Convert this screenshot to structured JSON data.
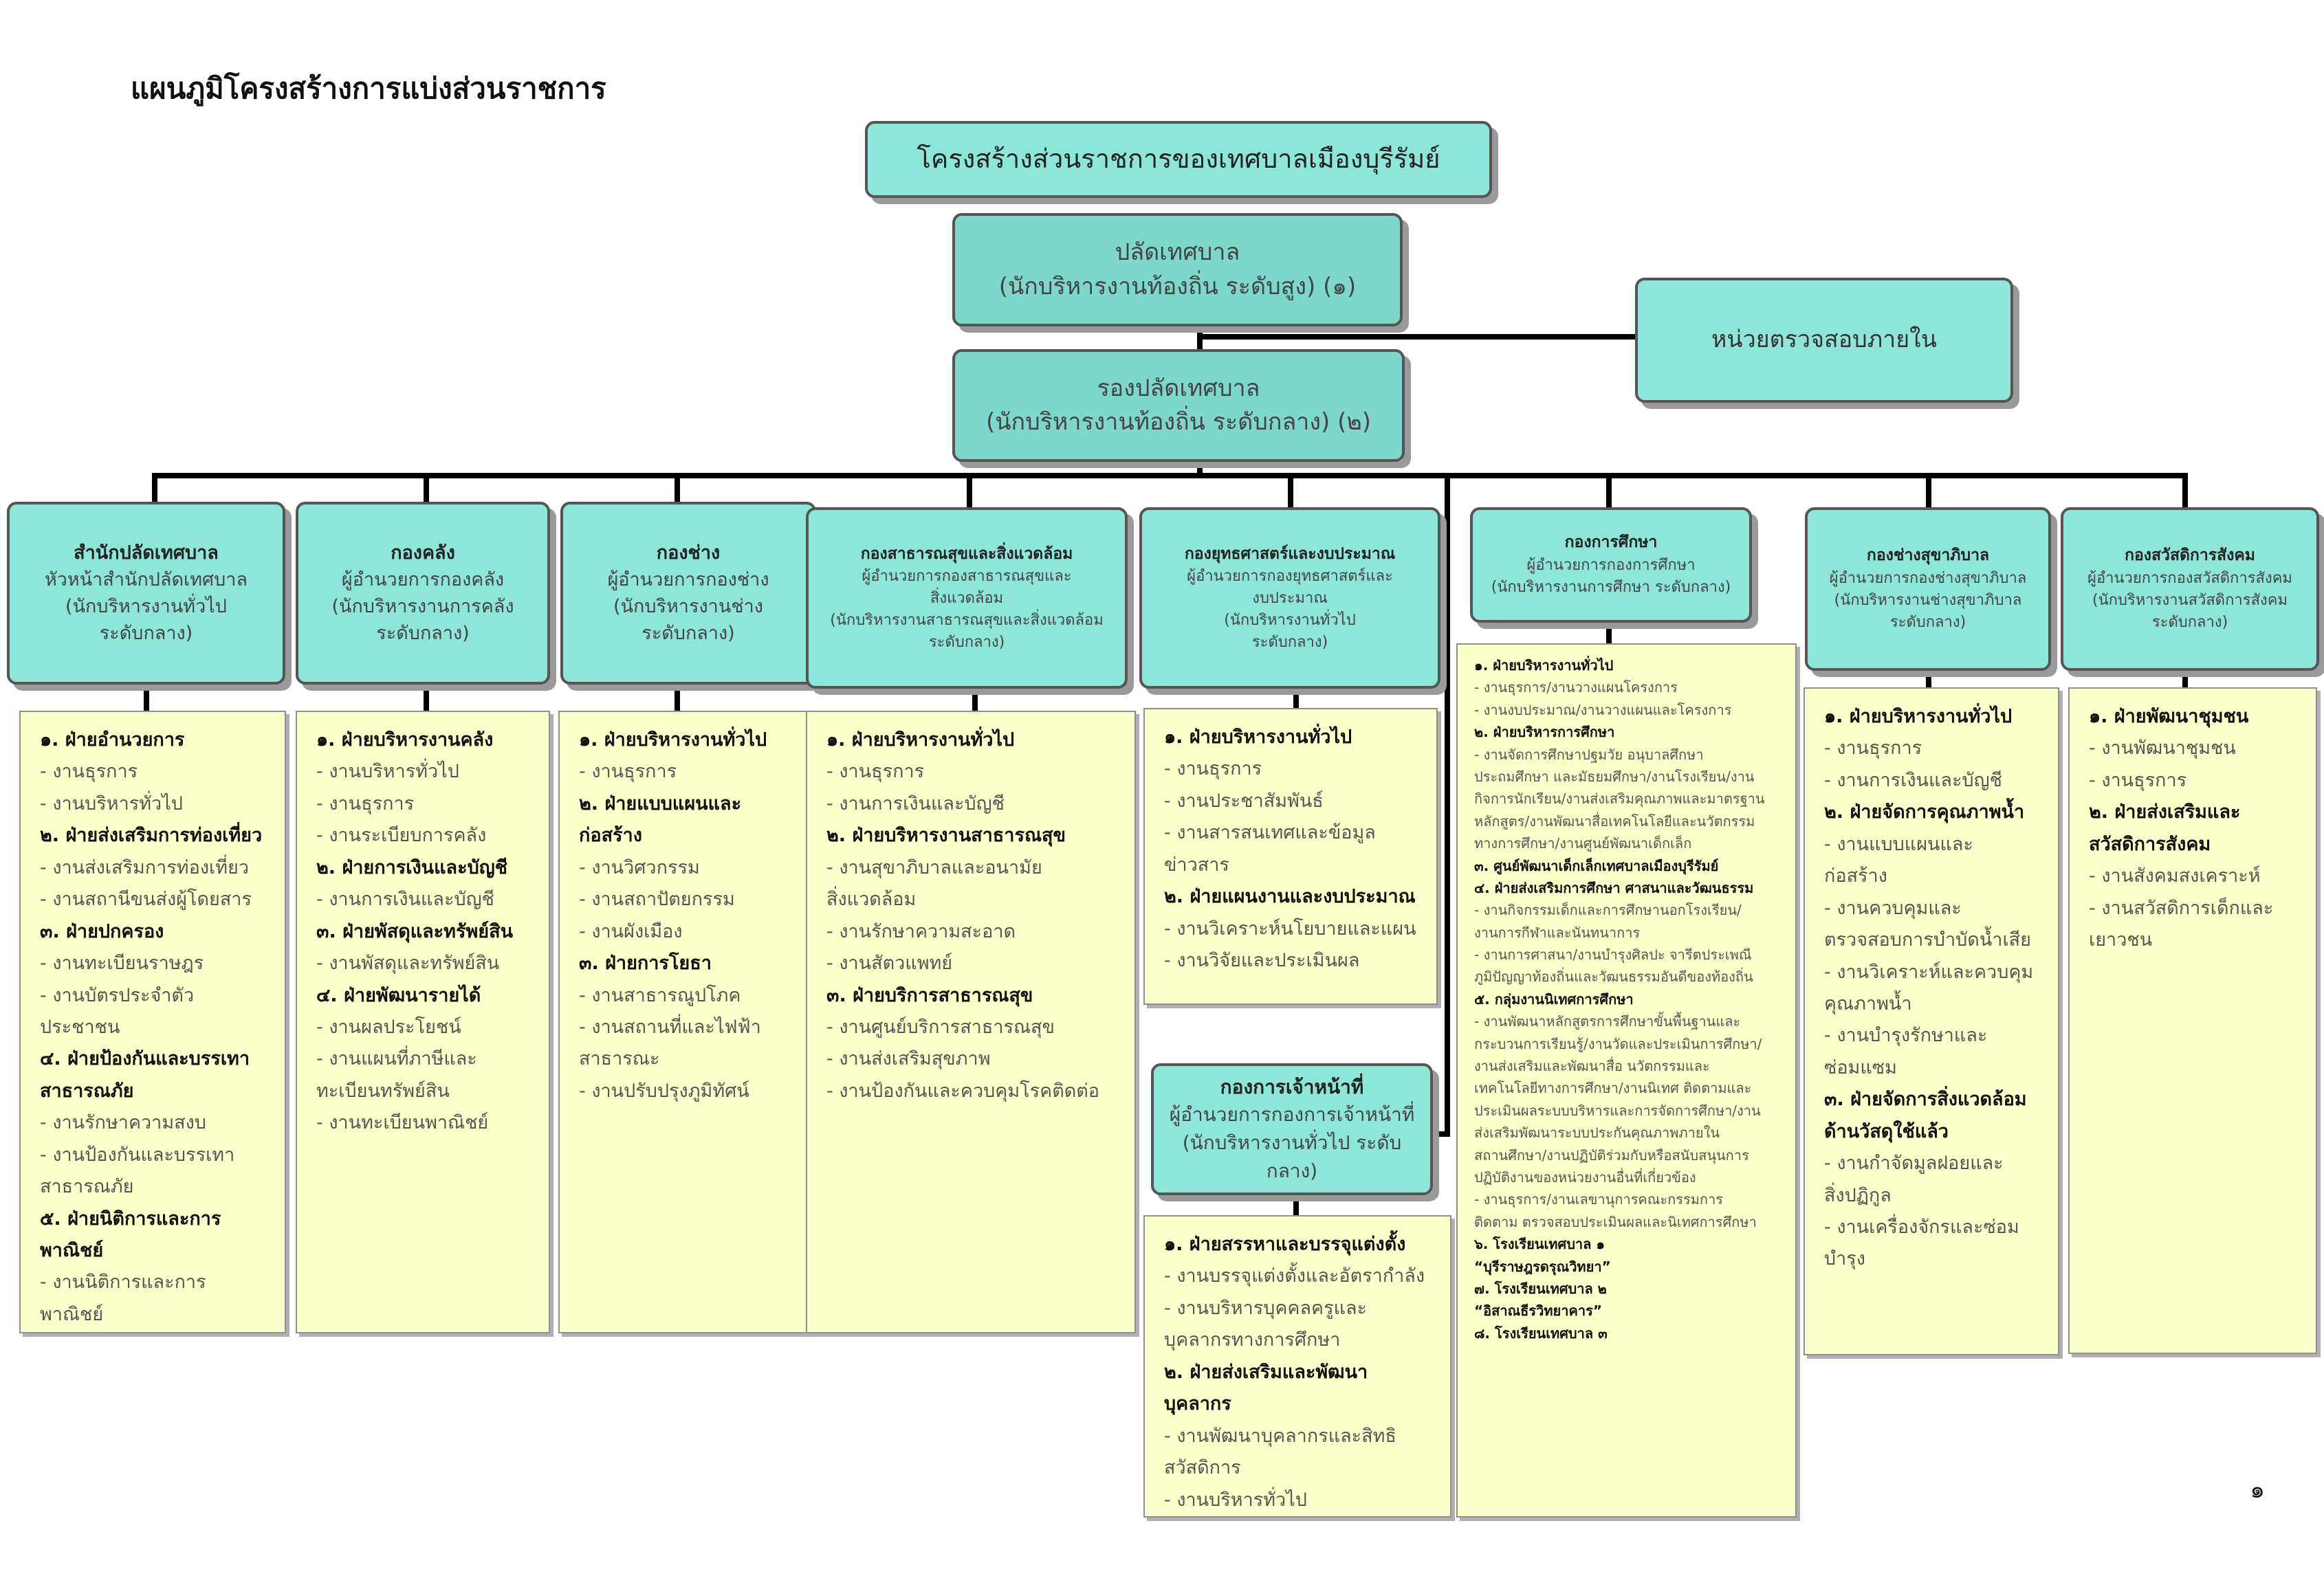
{
  "page_title": "แผนภูมิโครงสร้างการแบ่งส่วนราชการ",
  "page_number": "๑",
  "top_title": "โครงสร้างส่วนราชการของเทศบาลเมืองบุรีรัมย์",
  "clerk": {
    "l1": "ปลัดเทศบาล",
    "l2": "(นักบริหารงานท้องถิ่น ระดับสูง)  (๑)"
  },
  "deputy": {
    "l1": "รองปลัดเทศบาล",
    "l2": "(นักบริหารงานท้องถิ่น ระดับกลาง)  (๒)"
  },
  "audit": {
    "label": "หน่วยตรวจสอบภายใน"
  },
  "colors": {
    "node_fill": "#8de6d8",
    "detail_fill": "#fbffc9",
    "line": "#000000"
  },
  "departments": [
    {
      "title": "สำนักปลัดเทศบาล",
      "lines": [
        "หัวหน้าสำนักปลัดเทศบาล",
        "(นักบริหารงานทั่วไป",
        "ระดับกลาง)"
      ],
      "items": [
        {
          "t": "h",
          "v": "๑. ฝ่ายอำนวยการ"
        },
        {
          "t": "s",
          "v": "งานธุรการ"
        },
        {
          "t": "s",
          "v": "งานบริหารทั่วไป"
        },
        {
          "t": "h",
          "v": "๒. ฝ่ายส่งเสริมการท่องเที่ยว"
        },
        {
          "t": "s",
          "v": "งานส่งเสริมการท่องเที่ยว"
        },
        {
          "t": "s",
          "v": "งานสถานีขนส่งผู้โดยสาร"
        },
        {
          "t": "h",
          "v": "๓. ฝ่ายปกครอง"
        },
        {
          "t": "s",
          "v": "งานทะเบียนราษฎร"
        },
        {
          "t": "s",
          "v": "งานบัตรประจำตัวประชาชน"
        },
        {
          "t": "h",
          "v": "๔. ฝ่ายป้องกันและบรรเทา"
        },
        {
          "t": "h",
          "v": "สาธารณภัย"
        },
        {
          "t": "s",
          "v": "งานรักษาความสงบ"
        },
        {
          "t": "s",
          "v": "งานป้องกันและบรรเทา"
        },
        {
          "t": "p",
          "v": "สาธารณภัย"
        },
        {
          "t": "h",
          "v": "๕. ฝ่ายนิติการและการ"
        },
        {
          "t": "h",
          "v": "พาณิชย์"
        },
        {
          "t": "s",
          "v": "งานนิติการและการ"
        },
        {
          "t": "p",
          "v": "พาณิชย์"
        }
      ]
    },
    {
      "title": "กองคลัง",
      "lines": [
        "ผู้อำนวยการกองคลัง",
        "(นักบริหารงานการคลัง",
        "ระดับกลาง)"
      ],
      "items": [
        {
          "t": "h",
          "v": "๑. ฝ่ายบริหารงานคลัง"
        },
        {
          "t": "s",
          "v": "งานบริหารทั่วไป"
        },
        {
          "t": "s",
          "v": "งานธุรการ"
        },
        {
          "t": "s",
          "v": "งานระเบียบการคลัง"
        },
        {
          "t": "h",
          "v": "๒. ฝ่ายการเงินและบัญชี"
        },
        {
          "t": "s",
          "v": "งานการเงินและบัญชี"
        },
        {
          "t": "h",
          "v": "๓. ฝ่ายพัสดุและทรัพย์สิน"
        },
        {
          "t": "s",
          "v": "งานพัสดุและทรัพย์สิน"
        },
        {
          "t": "h",
          "v": "๔. ฝ่ายพัฒนารายได้"
        },
        {
          "t": "s",
          "v": "งานผลประโยชน์"
        },
        {
          "t": "s",
          "v": "งานแผนที่ภาษีและ"
        },
        {
          "t": "p",
          "v": "ทะเบียนทรัพย์สิน"
        },
        {
          "t": "s",
          "v": "งานทะเบียนพาณิชย์"
        }
      ]
    },
    {
      "title": "กองช่าง",
      "lines": [
        "ผู้อำนวยการกองช่าง",
        "(นักบริหารงานช่าง",
        "ระดับกลาง)"
      ],
      "items": [
        {
          "t": "h",
          "v": "๑. ฝ่ายบริหารงานทั่วไป"
        },
        {
          "t": "s",
          "v": "งานธุรการ"
        },
        {
          "t": "h",
          "v": "๒. ฝ่ายแบบแผนและ"
        },
        {
          "t": "h",
          "v": "ก่อสร้าง"
        },
        {
          "t": "s",
          "v": "งานวิศวกรรม"
        },
        {
          "t": "s",
          "v": "งานสถาปัตยกรรม"
        },
        {
          "t": "s",
          "v": "งานผังเมือง"
        },
        {
          "t": "h",
          "v": "๓. ฝ่ายการโยธา"
        },
        {
          "t": "s",
          "v": "งานสาธารณูปโภค"
        },
        {
          "t": "s",
          "v": "งานสถานที่และไฟฟ้า"
        },
        {
          "t": "p",
          "v": "สาธารณะ"
        },
        {
          "t": "s",
          "v": "งานปรับปรุงภูมิทัศน์"
        }
      ]
    },
    {
      "title": "กองสาธารณสุขและสิ่งแวดล้อม",
      "lines": [
        "ผู้อำนวยการกองสาธารณสุขและ",
        "สิ่งแวดล้อม",
        "(นักบริหารงานสาธารณสุขและสิ่งแวดล้อม",
        "ระดับกลาง)"
      ],
      "items": [
        {
          "t": "h",
          "v": "๑. ฝ่ายบริหารงานทั่วไป"
        },
        {
          "t": "s",
          "v": "งานธุรการ"
        },
        {
          "t": "s",
          "v": "งานการเงินและบัญชี"
        },
        {
          "t": "h",
          "v": "๒. ฝ่ายบริหารงานสาธารณสุข"
        },
        {
          "t": "s",
          "v": "งานสุขาภิบาลและอนามัย"
        },
        {
          "t": "p",
          "v": "สิ่งแวดล้อม"
        },
        {
          "t": "s",
          "v": "งานรักษาความสะอาด"
        },
        {
          "t": "s",
          "v": "งานสัตวแพทย์"
        },
        {
          "t": "h",
          "v": "๓. ฝ่ายบริการสาธารณสุข"
        },
        {
          "t": "s",
          "v": "งานศูนย์บริการสาธารณสุข"
        },
        {
          "t": "s",
          "v": "งานส่งเสริมสุขภาพ"
        },
        {
          "t": "s",
          "v": "งานป้องกันและควบคุมโรคติดต่อ"
        }
      ]
    },
    {
      "title": "กองยุทธศาสตร์และงบประมาณ",
      "lines": [
        "ผู้อำนวยการกองยุทธศาสตร์และ",
        "งบประมาณ",
        "(นักบริหารงานทั่วไป",
        "ระดับกลาง)"
      ],
      "items": [
        {
          "t": "h",
          "v": "๑. ฝ่ายบริหารงานทั่วไป"
        },
        {
          "t": "s",
          "v": "งานธุรการ"
        },
        {
          "t": "s",
          "v": "งานประชาสัมพันธ์"
        },
        {
          "t": "s",
          "v": "งานสารสนเทศและข้อมูล"
        },
        {
          "t": "p",
          "v": "ข่าวสาร"
        },
        {
          "t": "h",
          "v": "๒. ฝ่ายแผนงานและงบประมาณ"
        },
        {
          "t": "s",
          "v": "งานวิเคราะห์นโยบายและแผน"
        },
        {
          "t": "s",
          "v": "งานวิจัยและประเมินผล"
        }
      ]
    },
    {
      "title": "กองการศึกษา",
      "lines": [
        "ผู้อำนวยการกองการศึกษา",
        "(นักบริหารงานการศึกษา ระดับกลาง)"
      ],
      "items": [
        {
          "t": "h",
          "v": "๑. ฝ่ายบริหารงานทั่วไป"
        },
        {
          "t": "s",
          "v": "งานธุรการ/งานวางแผนโครงการ"
        },
        {
          "t": "s",
          "v": "งานงบประมาณ/งานวางแผนและโครงการ"
        },
        {
          "t": "h",
          "v": "๒. ฝ่ายบริหารการศึกษา"
        },
        {
          "t": "s",
          "v": "งานจัดการศึกษาปฐมวัย อนุบาลศึกษา"
        },
        {
          "t": "p",
          "v": "ประถมศึกษา และมัธยมศึกษา/งานโรงเรียน/งาน"
        },
        {
          "t": "p",
          "v": "กิจการนักเรียน/งานส่งเสริมคุณภาพและมาตรฐาน"
        },
        {
          "t": "p",
          "v": "หลักสูตร/งานพัฒนาสื่อเทคโนโลยีและนวัตกรรม"
        },
        {
          "t": "p",
          "v": "ทางการศึกษา/งานศูนย์พัฒนาเด็กเล็ก"
        },
        {
          "t": "h",
          "v": "๓. ศูนย์พัฒนาเด็กเล็กเทศบาลเมืองบุรีรัมย์"
        },
        {
          "t": "h",
          "v": "๔. ฝ่ายส่งเสริมการศึกษา ศาสนาและวัฒนธรรม"
        },
        {
          "t": "s",
          "v": "งานกิจกรรมเด็กและการศึกษานอกโรงเรียน/"
        },
        {
          "t": "p",
          "v": "งานการกีฬาและนันทนาการ"
        },
        {
          "t": "s",
          "v": "งานการศาสนา/งานบำรุงศิลปะ จารีตประเพณี"
        },
        {
          "t": "p",
          "v": "ภูมิปัญญาท้องถิ่นและวัฒนธรรมอันดีของท้องถิ่น"
        },
        {
          "t": "h",
          "v": "๕. กลุ่มงานนิเทศการศึกษา"
        },
        {
          "t": "s",
          "v": "งานพัฒนาหลักสูตรการศึกษาขั้นพื้นฐานและ"
        },
        {
          "t": "p",
          "v": "กระบวนการเรียนรู้/งานวัดและประเมินการศึกษา/"
        },
        {
          "t": "p",
          "v": "งานส่งเสริมและพัฒนาสื่อ นวัตกรรมและ"
        },
        {
          "t": "p",
          "v": "เทคโนโลยีทางการศึกษา/งานนิเทศ ติดตามและ"
        },
        {
          "t": "p",
          "v": "ประเมินผลระบบบริหารและการจัดการศึกษา/งาน"
        },
        {
          "t": "p",
          "v": "ส่งเสริมพัฒนาระบบประกันคุณภาพภายใน"
        },
        {
          "t": "p",
          "v": "สถานศึกษา/งานปฏิบัติร่วมกับหรือสนับสนุนการ"
        },
        {
          "t": "p",
          "v": "ปฏิบัติงานของหน่วยงานอื่นที่เกี่ยวข้อง"
        },
        {
          "t": "s",
          "v": "งานธุรการ/งานเลขานุการคณะกรรมการ"
        },
        {
          "t": "p",
          "v": "ติดตาม ตรวจสอบประเมินผลและนิเทศการศึกษา"
        },
        {
          "t": "h",
          "v": "๖. โรงเรียนเทศบาล ๑"
        },
        {
          "t": "h",
          "v": "“บุรีราษฎรดรุณวิทยา”"
        },
        {
          "t": "h",
          "v": "๗. โรงเรียนเทศบาล ๒"
        },
        {
          "t": "h",
          "v": "“อิสาณธีรวิทยาคาร”"
        },
        {
          "t": "h",
          "v": "๘. โรงเรียนเทศบาล ๓"
        }
      ]
    },
    {
      "title": "กองช่างสุขาภิบาล",
      "lines": [
        "ผู้อำนวยการกองช่างสุขาภิบาล",
        "(นักบริหารงานช่างสุขาภิบาล",
        "ระดับกลาง)"
      ],
      "items": [
        {
          "t": "h",
          "v": "๑. ฝ่ายบริหารงานทั่วไป"
        },
        {
          "t": "s",
          "v": "งานธุรการ"
        },
        {
          "t": "s",
          "v": "งานการเงินและบัญชี"
        },
        {
          "t": "h",
          "v": "๒. ฝ่ายจัดการคุณภาพน้ำ"
        },
        {
          "t": "s",
          "v": "งานแบบแผนและ"
        },
        {
          "t": "p",
          "v": "ก่อสร้าง"
        },
        {
          "t": "s",
          "v": "งานควบคุมและ"
        },
        {
          "t": "p",
          "v": "ตรวจสอบการบำบัดน้ำเสีย"
        },
        {
          "t": "s",
          "v": "งานวิเคราะห์และควบคุม"
        },
        {
          "t": "p",
          "v": "คุณภาพน้ำ"
        },
        {
          "t": "s",
          "v": "งานบำรุงรักษาและ"
        },
        {
          "t": "p",
          "v": "ซ่อมแซม"
        },
        {
          "t": "h",
          "v": "๓. ฝ่ายจัดการสิ่งแวดล้อม"
        },
        {
          "t": "h",
          "v": "ด้านวัสดุใช้แล้ว"
        },
        {
          "t": "s",
          "v": "งานกำจัดมูลฝอยและ"
        },
        {
          "t": "p",
          "v": "สิ่งปฏิกูล"
        },
        {
          "t": "s",
          "v": "งานเครื่องจักรและซ่อม"
        },
        {
          "t": "p",
          "v": "บำรุง"
        }
      ]
    },
    {
      "title": "กองสวัสดิการสังคม",
      "lines": [
        "ผู้อำนวยการกองสวัสดิการสังคม",
        "(นักบริหารงานสวัสดิการสังคม",
        "ระดับกลาง)"
      ],
      "items": [
        {
          "t": "h",
          "v": "๑. ฝ่ายพัฒนาชุมชน"
        },
        {
          "t": "s",
          "v": "งานพัฒนาชุมชน"
        },
        {
          "t": "s",
          "v": "งานธุรการ"
        },
        {
          "t": "h",
          "v": "๒. ฝ่ายส่งเสริมและ"
        },
        {
          "t": "h",
          "v": "สวัสดิการสังคม"
        },
        {
          "t": "s",
          "v": "งานสังคมสงเคราะห์"
        },
        {
          "t": "s",
          "v": "งานสวัสดิการเด็กและ"
        },
        {
          "t": "p",
          "v": "เยาวชน"
        }
      ]
    }
  ],
  "hr": {
    "title": "กองการเจ้าหน้าที่",
    "lines": [
      "ผู้อำนวยการกองการเจ้าหน้าที่",
      "(นักบริหารงานทั่วไป ระดับกลาง)"
    ],
    "items": [
      {
        "t": "h",
        "v": "๑. ฝ่ายสรรหาและบรรจุแต่งตั้ง"
      },
      {
        "t": "s",
        "v": "งานบรรจุแต่งตั้งและอัตรากำลัง"
      },
      {
        "t": "s",
        "v": "งานบริหารบุคคลครูและ"
      },
      {
        "t": "p",
        "v": "บุคลากรทางการศึกษา"
      },
      {
        "t": "h",
        "v": "๒. ฝ่ายส่งเสริมและพัฒนา"
      },
      {
        "t": "h",
        "v": "บุคลากร"
      },
      {
        "t": "s",
        "v": "งานพัฒนาบุคลากรและสิทธิ"
      },
      {
        "t": "p",
        "v": "สวัสดิการ"
      },
      {
        "t": "s",
        "v": "งานบริหารทั่วไป"
      }
    ]
  }
}
